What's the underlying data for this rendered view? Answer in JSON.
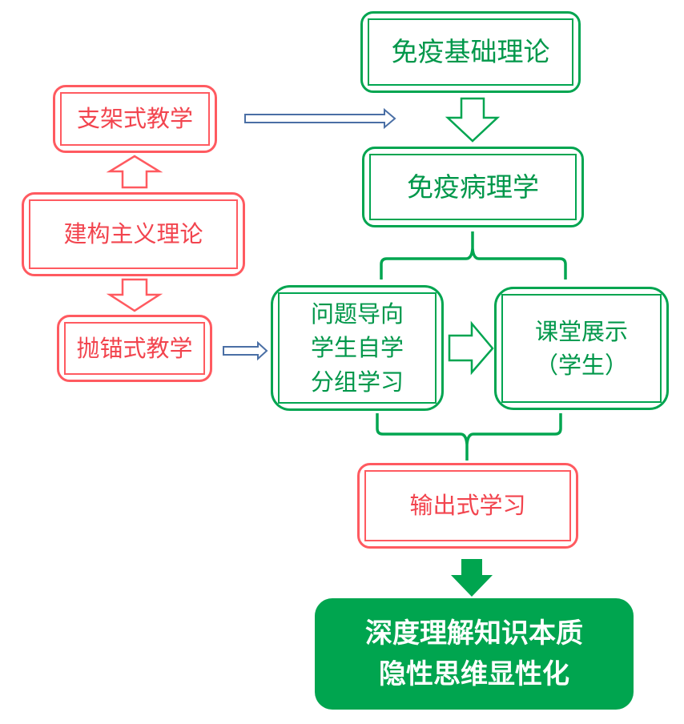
{
  "colors": {
    "red": "#ff5a60",
    "green": "#00a550",
    "blue": "#4a6fa5"
  },
  "boxes": {
    "immune_basic": "免疫基础理论",
    "scaffold": "支架式教学",
    "immunopathology": "免疫病理学",
    "constructivism": "建构主义理论",
    "anchored": "抛锚式教学",
    "methods": [
      "问题导向",
      "学生自学",
      "分组学习"
    ],
    "presentation": [
      "课堂展示",
      "（学生）"
    ],
    "output": "输出式学习",
    "final": [
      "深度理解知识本质",
      "隐性思维显性化"
    ]
  }
}
